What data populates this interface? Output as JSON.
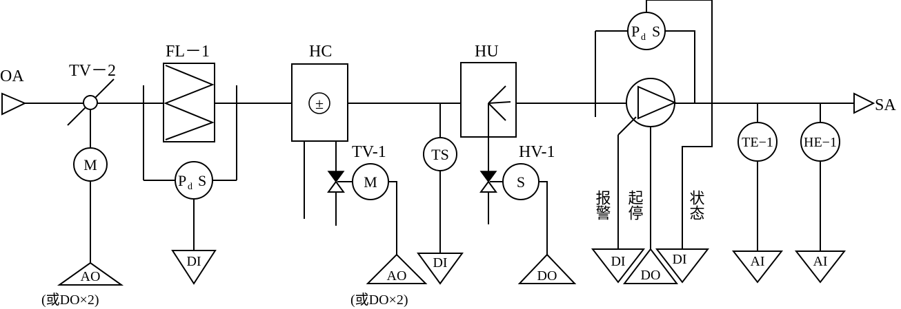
{
  "labels": {
    "oa": "OA",
    "sa": "SA",
    "tv2": "TV－2",
    "fl1": "FL－1",
    "hc": "HC",
    "hu": "HU",
    "tv1": "TV-1",
    "hv1": "HV-1"
  },
  "symbols": {
    "m_actuator_1": "M",
    "m_actuator_2": "M",
    "pds_letter_p": "P",
    "pds_sub_d": "d",
    "pds_letter_s": "S",
    "ts": "TS",
    "s_valve": "S",
    "te1": "TE−1",
    "he1": "HE−1",
    "hc_symbol": "±"
  },
  "io": {
    "ao1": "AO",
    "ao1_note": "(或DO×2)",
    "di_filter": "DI",
    "ao2": "AO",
    "ao2_note": "(或DO×2)",
    "di_ts": "DI",
    "do_hv": "DO",
    "di_alarm": "DI",
    "do_start": "DO",
    "di_status": "DI",
    "ai_te": "AI",
    "ai_he": "AI"
  },
  "vertical_labels": {
    "alarm": "报警",
    "start_stop": "起停",
    "status": "状态"
  }
}
